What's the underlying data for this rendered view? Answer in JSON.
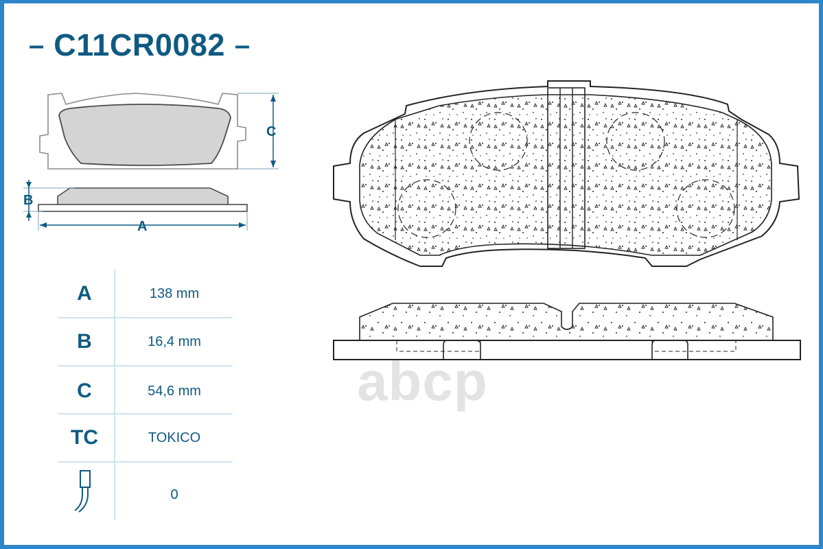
{
  "header": {
    "dash_left": "–",
    "part_number": "C11CR0082",
    "dash_right": "–"
  },
  "dimension_labels": {
    "a": "A",
    "b": "B",
    "c": "C"
  },
  "specs": [
    {
      "key": "A",
      "value": "138 mm"
    },
    {
      "key": "B",
      "value": "16,4 mm"
    },
    {
      "key": "C",
      "value": "54,6 mm"
    },
    {
      "key": "TC",
      "value": "TOKICO"
    },
    {
      "key_icon": "wear-sensor-icon",
      "value": "0"
    }
  ],
  "watermark": "abcp",
  "colors": {
    "frame": "#2f86c8",
    "text": "#0f5a82",
    "pad_fill": "#d4d4d4",
    "grid_lines": "#cfe2f0",
    "watermark": "#e3e3e3"
  }
}
